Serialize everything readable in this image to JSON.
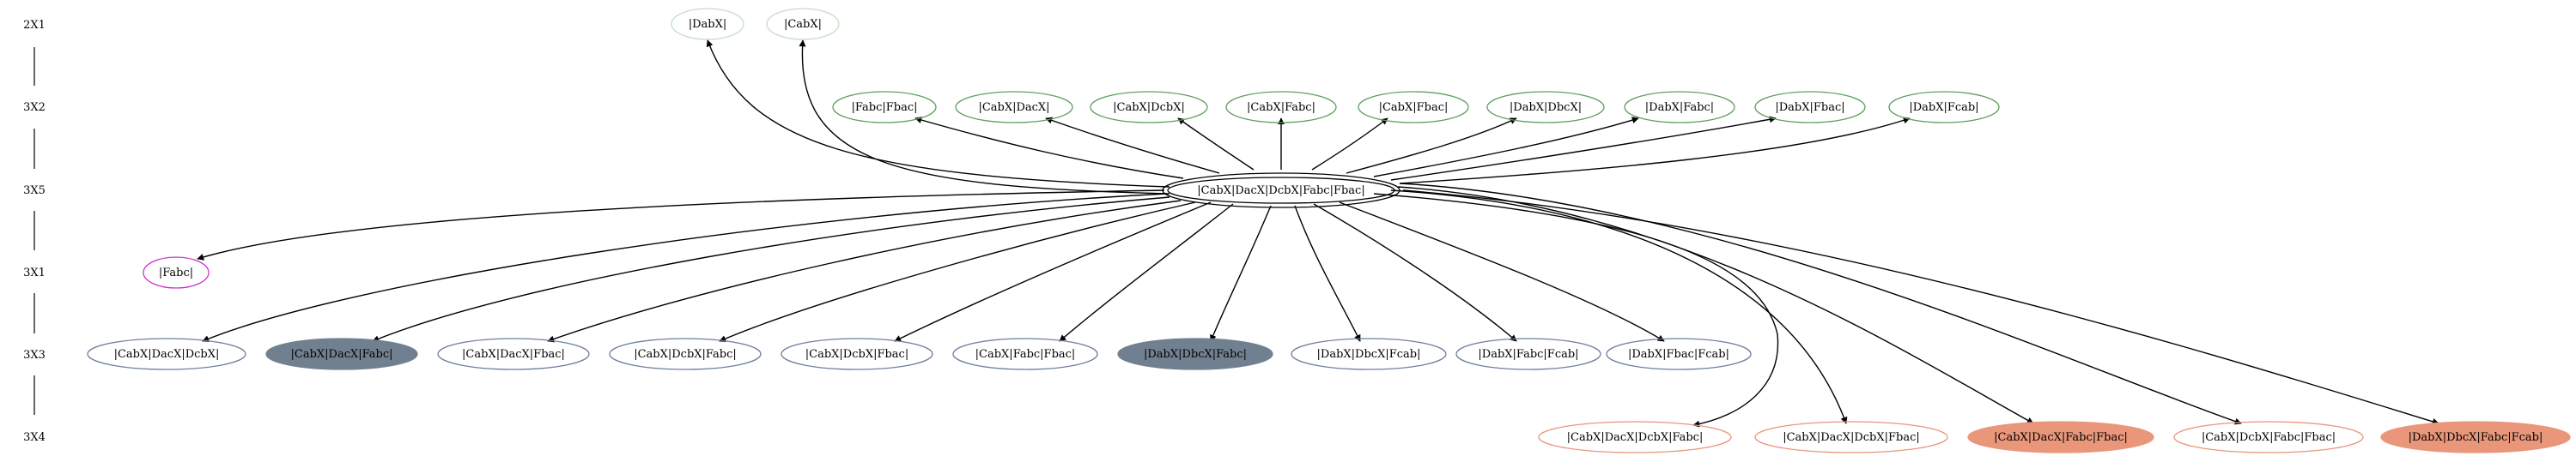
{
  "rank_labels": [
    "2X1",
    "3X2",
    "3X5",
    "3X1",
    "3X3",
    "3X4"
  ],
  "center": {
    "label": "|CabX|DacX|DcbX|Fabc|Fbac|"
  },
  "nodes": [
    {
      "id": "n2x1a",
      "label": "|DabX|",
      "rank": "2X1",
      "style": "outline",
      "color": "#c6dec6"
    },
    {
      "id": "n2x1b",
      "label": "|CabX|",
      "rank": "2X1",
      "style": "outline",
      "color": "#c6dec6"
    },
    {
      "id": "n3x2a",
      "label": "|Fabc|Fbac|",
      "rank": "3X2",
      "style": "outline",
      "color": "#5f9f5f"
    },
    {
      "id": "n3x2b",
      "label": "|CabX|DacX|",
      "rank": "3X2",
      "style": "outline",
      "color": "#5f9f5f"
    },
    {
      "id": "n3x2c",
      "label": "|CabX|DcbX|",
      "rank": "3X2",
      "style": "outline",
      "color": "#5f9f5f"
    },
    {
      "id": "n3x2d",
      "label": "|CabX|Fabc|",
      "rank": "3X2",
      "style": "outline",
      "color": "#5f9f5f"
    },
    {
      "id": "n3x2e",
      "label": "|CabX|Fbac|",
      "rank": "3X2",
      "style": "outline",
      "color": "#5f9f5f"
    },
    {
      "id": "n3x2f",
      "label": "|DabX|DbcX|",
      "rank": "3X2",
      "style": "outline",
      "color": "#5f9f5f"
    },
    {
      "id": "n3x2g",
      "label": "|DabX|Fabc|",
      "rank": "3X2",
      "style": "outline",
      "color": "#5f9f5f"
    },
    {
      "id": "n3x2h",
      "label": "|DabX|Fbac|",
      "rank": "3X2",
      "style": "outline",
      "color": "#5f9f5f"
    },
    {
      "id": "n3x2i",
      "label": "|DabX|Fcab|",
      "rank": "3X2",
      "style": "outline",
      "color": "#5f9f5f"
    },
    {
      "id": "n3x1a",
      "label": "|Fabc|",
      "rank": "3X1",
      "style": "outline",
      "color": "#cc33cc"
    },
    {
      "id": "n3x3a",
      "label": "|CabX|DacX|DcbX|",
      "rank": "3X3",
      "style": "outline",
      "color": "#6e7e9e"
    },
    {
      "id": "n3x3b",
      "label": "|CabX|DacX|Fabc|",
      "rank": "3X3",
      "style": "filled",
      "color": "#708090"
    },
    {
      "id": "n3x3c",
      "label": "|CabX|DacX|Fbac|",
      "rank": "3X3",
      "style": "outline",
      "color": "#6e7e9e"
    },
    {
      "id": "n3x3d",
      "label": "|CabX|DcbX|Fabc|",
      "rank": "3X3",
      "style": "outline",
      "color": "#6e7e9e"
    },
    {
      "id": "n3x3e",
      "label": "|CabX|DcbX|Fbac|",
      "rank": "3X3",
      "style": "outline",
      "color": "#6e7e9e"
    },
    {
      "id": "n3x3f",
      "label": "|CabX|Fabc|Fbac|",
      "rank": "3X3",
      "style": "outline",
      "color": "#6e7e9e"
    },
    {
      "id": "n3x3g",
      "label": "|DabX|DbcX|Fabc|",
      "rank": "3X3",
      "style": "filled",
      "color": "#708090"
    },
    {
      "id": "n3x3h",
      "label": "|DabX|DbcX|Fcab|",
      "rank": "3X3",
      "style": "outline",
      "color": "#6e7e9e"
    },
    {
      "id": "n3x3i",
      "label": "|DabX|Fabc|Fcab|",
      "rank": "3X3",
      "style": "outline",
      "color": "#6e7e9e"
    },
    {
      "id": "n3x3j",
      "label": "|DabX|Fbac|Fcab|",
      "rank": "3X3",
      "style": "outline",
      "color": "#6e7e9e"
    },
    {
      "id": "n3x4a",
      "label": "|CabX|DacX|DcbX|Fabc|",
      "rank": "3X4",
      "style": "outline",
      "color": "#e9967a"
    },
    {
      "id": "n3x4b",
      "label": "|CabX|DacX|DcbX|Fbac|",
      "rank": "3X4",
      "style": "outline",
      "color": "#e9967a"
    },
    {
      "id": "n3x4c",
      "label": "|CabX|DacX|Fabc|Fbac|",
      "rank": "3X4",
      "style": "filled",
      "color": "#e9967a"
    },
    {
      "id": "n3x4d",
      "label": "|CabX|DcbX|Fabc|Fbac|",
      "rank": "3X4",
      "style": "outline",
      "color": "#e9967a"
    },
    {
      "id": "n3x4e",
      "label": "|DabX|DbcX|Fabc|Fcab|",
      "rank": "3X4",
      "style": "filled",
      "color": "#e9967a"
    }
  ]
}
